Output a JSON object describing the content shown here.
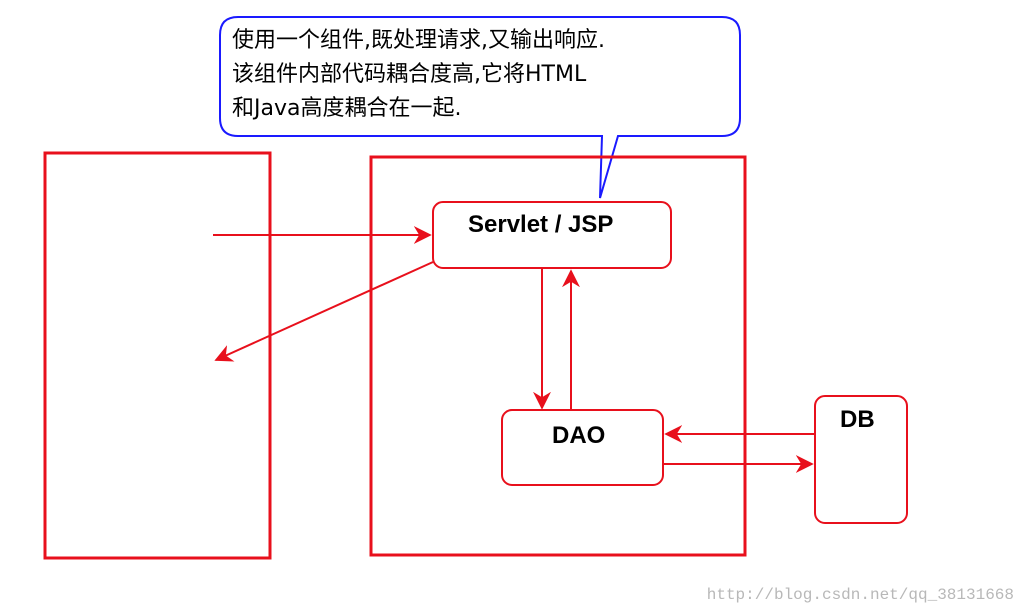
{
  "callout": {
    "line1": "使用一个组件,既处理请求,又输出响应.",
    "line2": "该组件内部代码耦合度高,它将HTML",
    "line3": "和Java高度耦合在一起."
  },
  "nodes": {
    "servlet_jsp": "Servlet / JSP",
    "dao": "DAO",
    "db": "DB"
  },
  "watermark": "http://blog.csdn.net/qq_38131668",
  "colors": {
    "box_stroke": "#e8101c",
    "callout_stroke": "#1a1aff",
    "arrow": "#e8101c"
  }
}
